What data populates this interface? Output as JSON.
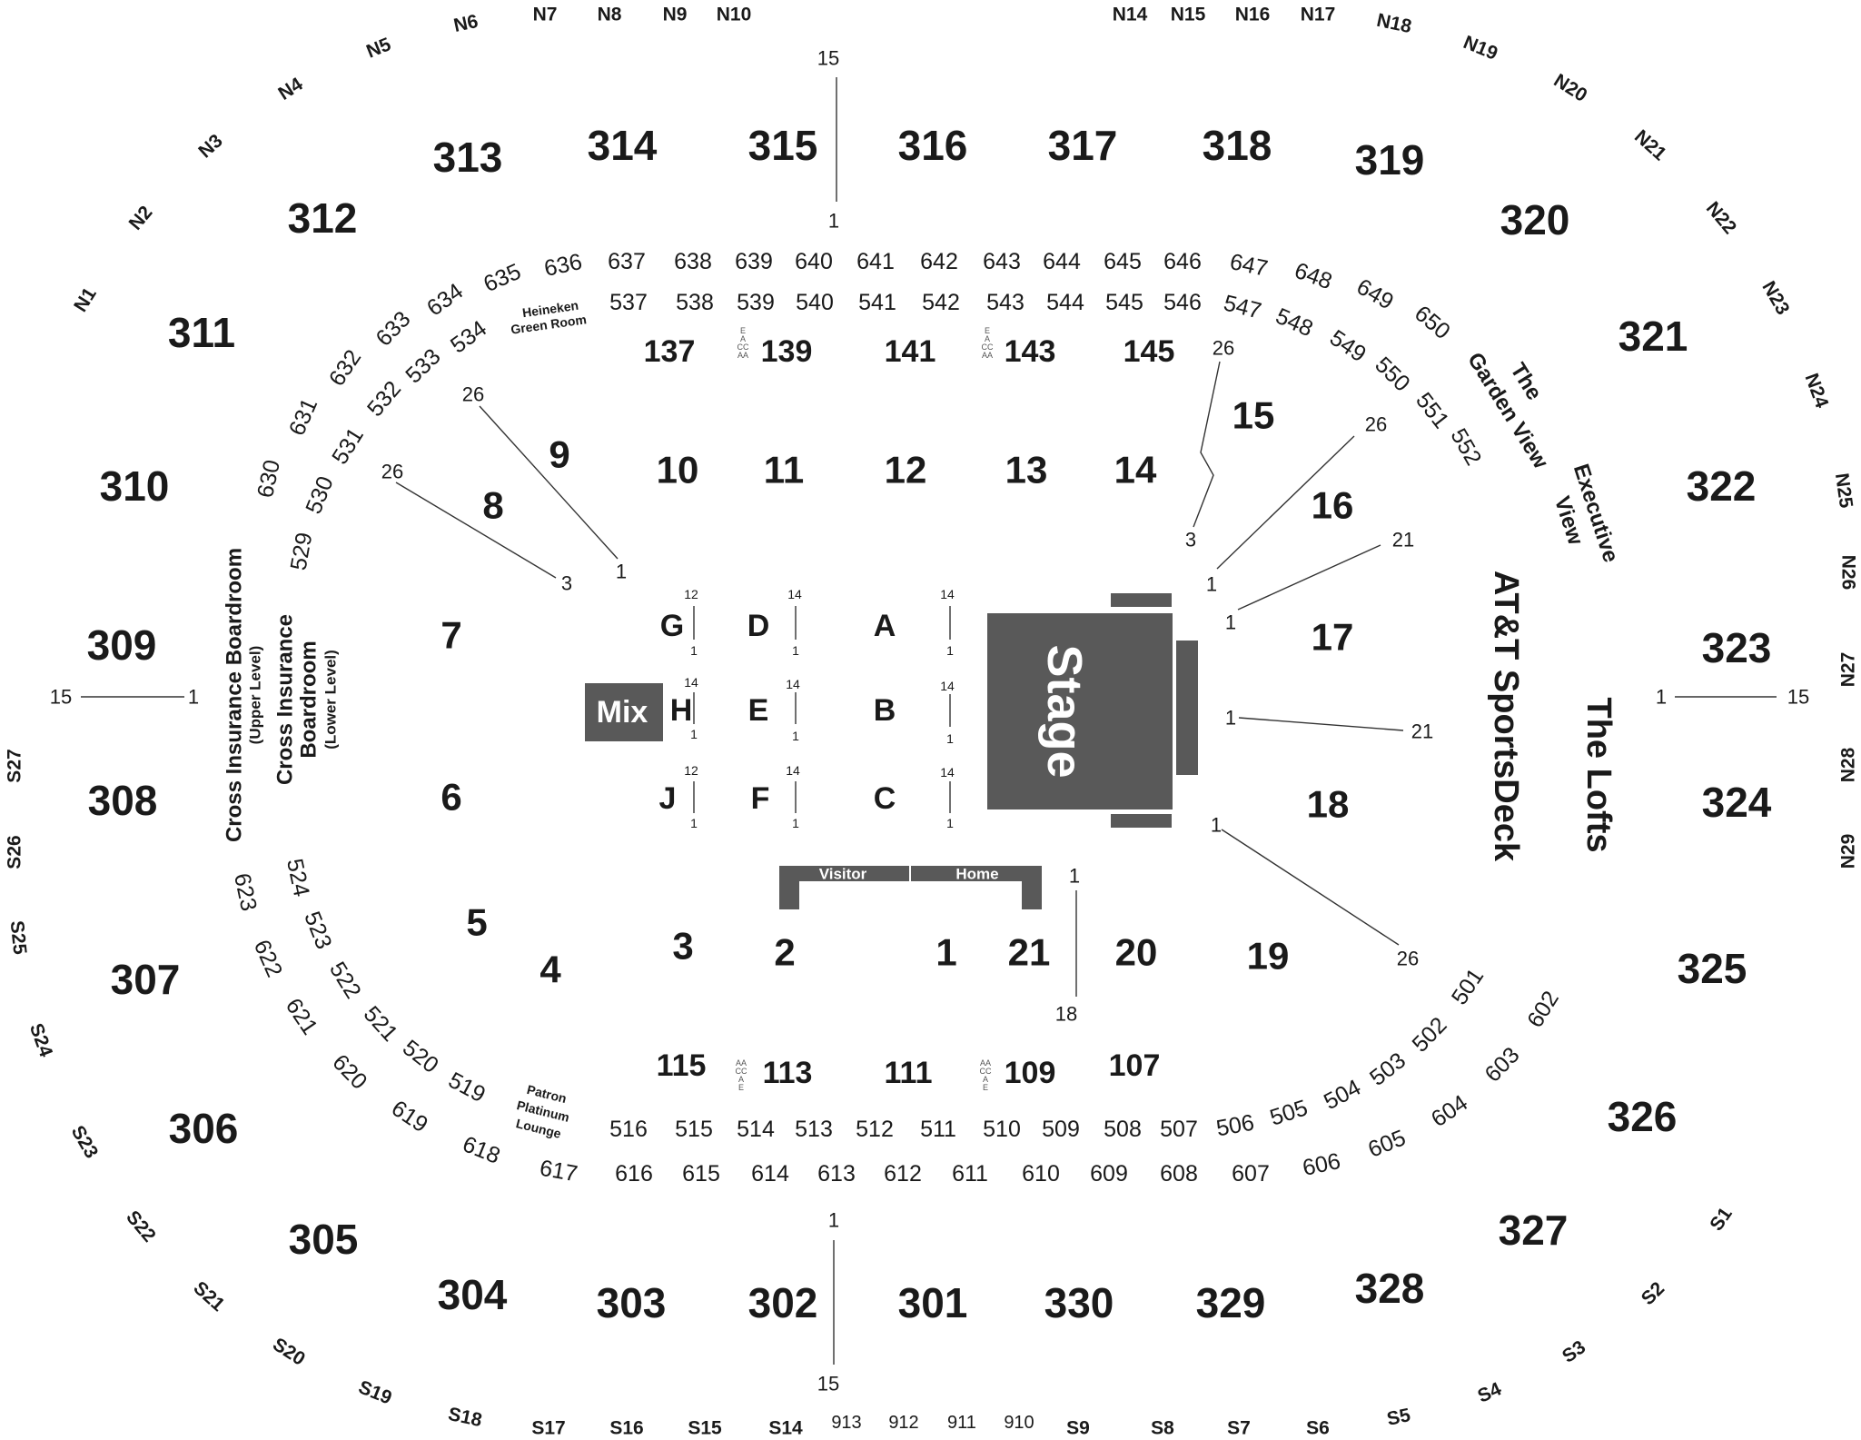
{
  "sections_300": {
    "north": [
      "313",
      "314",
      "315",
      "316",
      "317",
      "318",
      "319"
    ],
    "west": [
      "312",
      "311",
      "310",
      "309",
      "308",
      "307",
      "306",
      "305"
    ],
    "east": [
      "320",
      "321",
      "322",
      "323",
      "324",
      "325",
      "326",
      "327"
    ],
    "south": [
      "304",
      "303",
      "302",
      "301",
      "330",
      "329",
      "328"
    ]
  },
  "sections_600_north": [
    "630",
    "631",
    "632",
    "633",
    "634",
    "635",
    "636",
    "637",
    "638",
    "639",
    "640",
    "641",
    "642",
    "643",
    "644",
    "645",
    "646",
    "647",
    "648",
    "649",
    "650"
  ],
  "sections_500_north": [
    "529",
    "530",
    "531",
    "532",
    "533",
    "534",
    "537",
    "538",
    "539",
    "540",
    "541",
    "542",
    "543",
    "544",
    "545",
    "546",
    "547",
    "548",
    "549",
    "550",
    "551",
    "552"
  ],
  "sections_100_north": [
    "137",
    "139",
    "141",
    "143",
    "145"
  ],
  "sections_100_south": [
    "115",
    "113",
    "111",
    "109",
    "107"
  ],
  "sections_500_south": [
    "524",
    "523",
    "522",
    "521",
    "520",
    "519",
    "516",
    "515",
    "514",
    "513",
    "512",
    "511",
    "510",
    "509",
    "508",
    "507",
    "506",
    "505",
    "504",
    "503",
    "502",
    "501"
  ],
  "sections_600_south": [
    "623",
    "622",
    "621",
    "620",
    "619",
    "618",
    "617",
    "616",
    "615",
    "614",
    "613",
    "612",
    "611",
    "610",
    "609",
    "608",
    "607",
    "606",
    "605",
    "604",
    "603",
    "602"
  ],
  "sections_900": [
    "913",
    "912",
    "911",
    "910"
  ],
  "ring_north": [
    "N1",
    "N2",
    "N3",
    "N4",
    "N5",
    "N6",
    "N7",
    "N8",
    "N9",
    "N10",
    "N14",
    "N15",
    "N16",
    "N17",
    "N18",
    "N19",
    "N20",
    "N21",
    "N22",
    "N23",
    "N24",
    "N25",
    "N26",
    "N27",
    "N28",
    "N29"
  ],
  "ring_south": [
    "S1",
    "S2",
    "S3",
    "S4",
    "S5",
    "S6",
    "S7",
    "S8",
    "S9",
    "S14",
    "S15",
    "S16",
    "S17",
    "S18",
    "S19",
    "S20",
    "S21",
    "S22",
    "S23",
    "S24",
    "S25",
    "S26",
    "S27"
  ],
  "lower_sections": [
    "1",
    "2",
    "3",
    "4",
    "5",
    "6",
    "7",
    "8",
    "9",
    "10",
    "11",
    "12",
    "13",
    "14",
    "15",
    "16",
    "17",
    "18",
    "19",
    "20",
    "21"
  ],
  "floor_sections": [
    "G",
    "D",
    "A",
    "H",
    "E",
    "B",
    "J",
    "F",
    "C"
  ],
  "row_numbers": {
    "top_center": "15",
    "bottom_center": "1",
    "bot_center_top": "1",
    "bot_center_bottom": "15",
    "west_a": "15",
    "west_b": "1",
    "east_a": "1",
    "east_b": "15",
    "r26": "26",
    "r3": "3",
    "r1": "1",
    "r21": "21",
    "r18": "18",
    "r12": "12",
    "r14": "14"
  },
  "labels": {
    "stage": "Stage",
    "mix": "Mix",
    "visitor": "Visitor",
    "home": "Home",
    "sportsdeck": "AT&T SportsDeck",
    "lofts": "The Lofts",
    "garden_view_1": "The",
    "garden_view_2": "Garden View",
    "executive_1": "Executive",
    "executive_2": "View",
    "heineken_1": "Heineken",
    "heineken_2": "Green Room",
    "patron_1": "Patron",
    "patron_2": "Platinum",
    "patron_3": "Lounge",
    "cib_upper_1": "Cross Insurance Boardroom",
    "cib_upper_2": "(Upper Level)",
    "cib_lower_1": "Cross Insurance",
    "cib_lower_2": "Boardroom",
    "cib_lower_3": "(Lower Level)",
    "access_1": "E",
    "access_2": "A",
    "access_3": "CC",
    "access_4": "AA"
  }
}
